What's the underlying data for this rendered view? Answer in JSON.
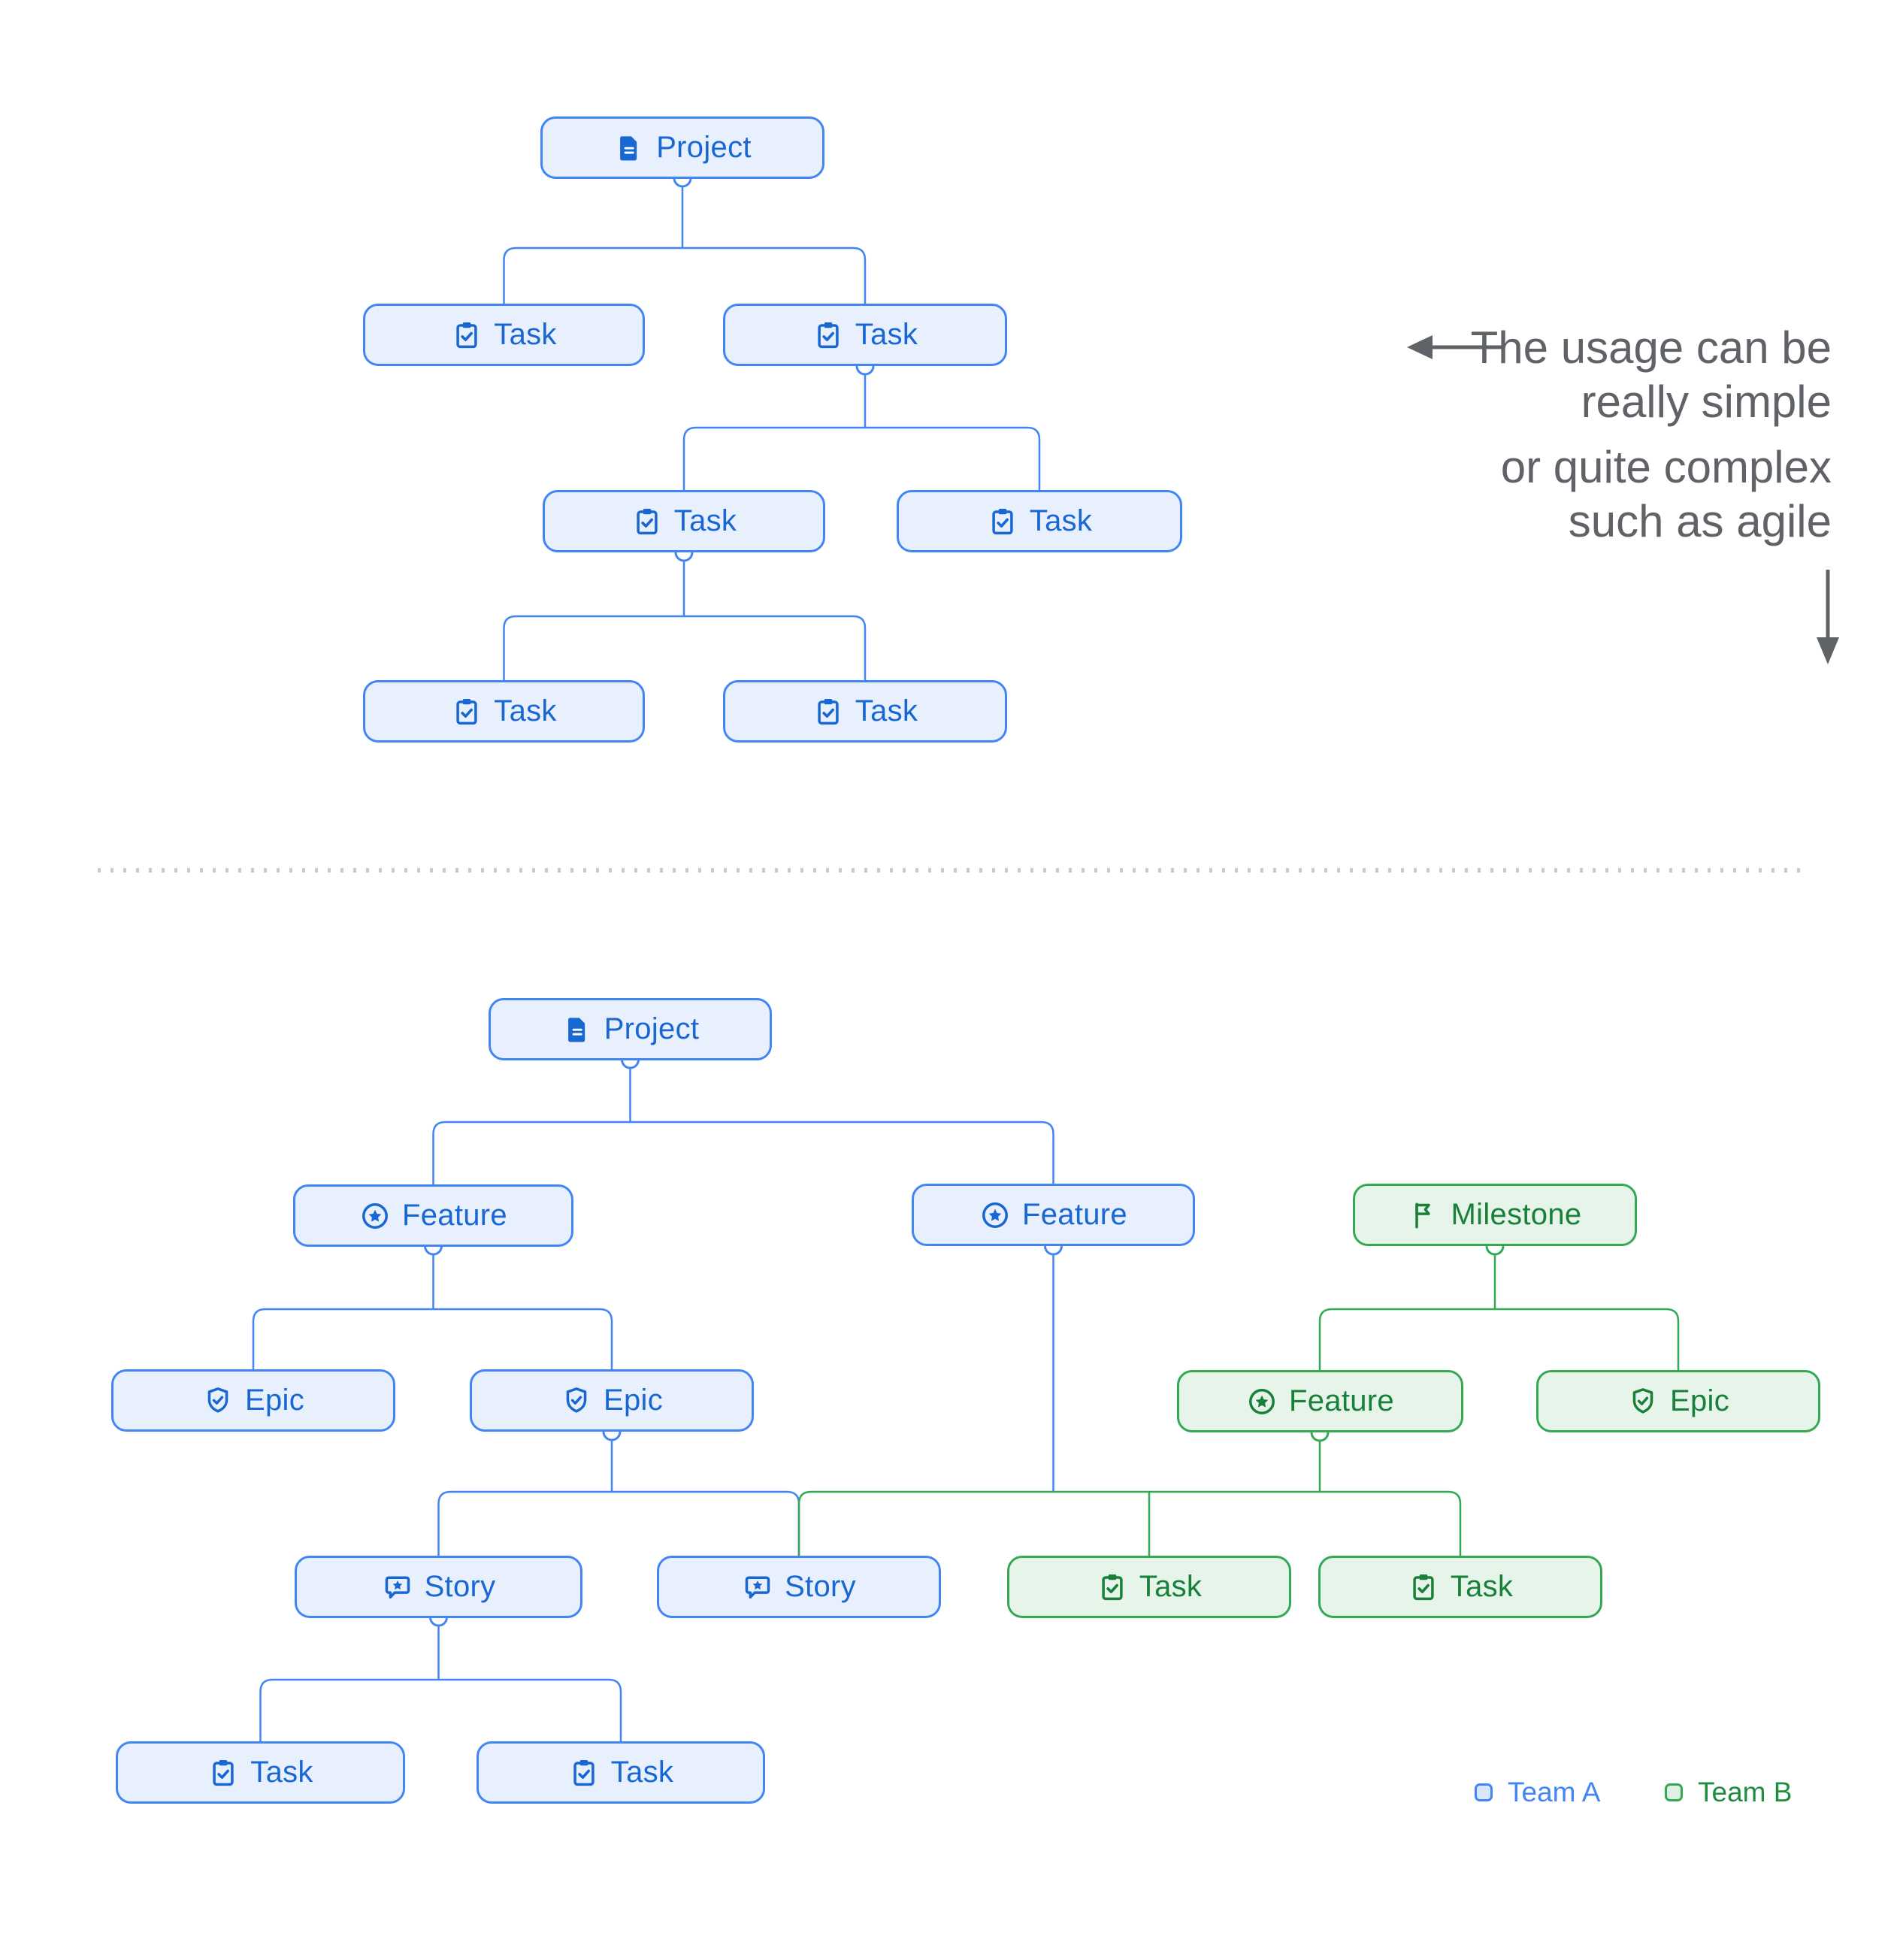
{
  "annotation": {
    "block1": [
      "The usage can be",
      "really simple"
    ],
    "block2": [
      "or quite complex",
      "such as agile"
    ]
  },
  "legend": [
    {
      "id": "team-a",
      "label": "Team A"
    },
    {
      "id": "team-b",
      "label": "Team B"
    }
  ],
  "colors": {
    "team_a": {
      "border": "#4285F4",
      "fill": "#E8F0FE",
      "text": "#1967D2"
    },
    "team_b": {
      "border": "#34A853",
      "fill": "#E6F4EA",
      "text": "#188038"
    },
    "annotation": "#5F6368",
    "divider": "#C7CBD0"
  },
  "diagrams": {
    "simple": {
      "name": "simple-usage-tree",
      "nodes": [
        {
          "id": "p1",
          "label": "Project",
          "icon": "document",
          "team": "a"
        },
        {
          "id": "t1l",
          "label": "Task",
          "icon": "task",
          "team": "a"
        },
        {
          "id": "t1r",
          "label": "Task",
          "icon": "task",
          "team": "a"
        },
        {
          "id": "t2l",
          "label": "Task",
          "icon": "task",
          "team": "a"
        },
        {
          "id": "t2r",
          "label": "Task",
          "icon": "task",
          "team": "a"
        },
        {
          "id": "t3l",
          "label": "Task",
          "icon": "task",
          "team": "a"
        },
        {
          "id": "t3r",
          "label": "Task",
          "icon": "task",
          "team": "a"
        }
      ],
      "edges": [
        [
          "p1",
          "t1l"
        ],
        [
          "p1",
          "t1r"
        ],
        [
          "t1r",
          "t2l"
        ],
        [
          "t1r",
          "t2r"
        ],
        [
          "t2l",
          "t3l"
        ],
        [
          "t2l",
          "t3r"
        ]
      ]
    },
    "complex": {
      "name": "complex-agile-tree",
      "nodes": [
        {
          "id": "p2",
          "label": "Project",
          "icon": "document",
          "team": "a"
        },
        {
          "id": "f1",
          "label": "Feature",
          "icon": "feature",
          "team": "a"
        },
        {
          "id": "f2",
          "label": "Feature",
          "icon": "feature",
          "team": "a"
        },
        {
          "id": "ms",
          "label": "Milestone",
          "icon": "milestone",
          "team": "b"
        },
        {
          "id": "e1",
          "label": "Epic",
          "icon": "epic",
          "team": "a"
        },
        {
          "id": "e2",
          "label": "Epic",
          "icon": "epic",
          "team": "a"
        },
        {
          "id": "fg",
          "label": "Feature",
          "icon": "feature",
          "team": "b"
        },
        {
          "id": "eg",
          "label": "Epic",
          "icon": "epic",
          "team": "b"
        },
        {
          "id": "s1",
          "label": "Story",
          "icon": "story",
          "team": "a"
        },
        {
          "id": "s2",
          "label": "Story",
          "icon": "story",
          "team": "a"
        },
        {
          "id": "tg1",
          "label": "Task",
          "icon": "task",
          "team": "b"
        },
        {
          "id": "tg2",
          "label": "Task",
          "icon": "task",
          "team": "b"
        },
        {
          "id": "tb1",
          "label": "Task",
          "icon": "task",
          "team": "a"
        },
        {
          "id": "tb2",
          "label": "Task",
          "icon": "task",
          "team": "a"
        }
      ],
      "edges": [
        [
          "p2",
          "f1"
        ],
        [
          "p2",
          "f2"
        ],
        [
          "f1",
          "e1"
        ],
        [
          "f1",
          "e2"
        ],
        [
          "ms",
          "fg"
        ],
        [
          "ms",
          "eg"
        ],
        [
          "e2",
          "s1"
        ],
        [
          "e2",
          "s2"
        ],
        [
          "fg",
          "s2"
        ],
        [
          "fg",
          "tg1"
        ],
        [
          "fg",
          "tg2"
        ],
        [
          "f2",
          "s2"
        ],
        [
          "f2",
          "tg1"
        ],
        [
          "f2",
          "tg2"
        ],
        [
          "s1",
          "tb1"
        ],
        [
          "s1",
          "tb2"
        ]
      ]
    }
  }
}
